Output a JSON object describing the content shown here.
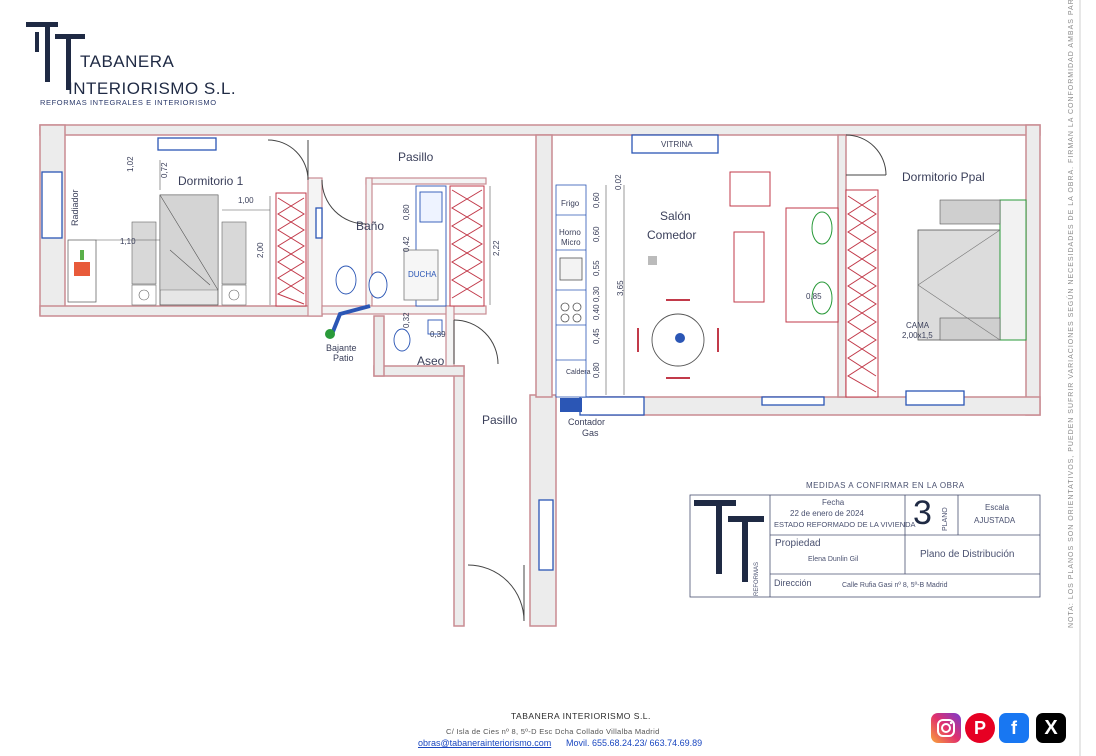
{
  "company": {
    "name_line1": "TABANERA",
    "name_line2": "INTERIORISMO S.L.",
    "tagline": "REFORMAS INTEGRALES E INTERIORISMO"
  },
  "rooms": {
    "dormitorio1": "Dormitorio 1",
    "pasillo_top": "Pasillo",
    "bano": "Baño",
    "salon": "Salón",
    "comedor": "Comedor",
    "dormitorio_ppal": "Dormitorio Ppal",
    "aseo": "Aseo",
    "pasillo_bottom": "Pasillo",
    "vitrina": "VITRINA"
  },
  "fixtures": {
    "radiador": "Radiador",
    "frigo": "Frigo",
    "horno": "Horno",
    "micro": "Micro",
    "ducha": "DUCHA",
    "bajante_line1": "Bajante",
    "bajante_line2": "Patio",
    "contador_line1": "Contador",
    "contador_line2": "Gas",
    "caldera": "Caldera",
    "cama_line1": "CAMA",
    "cama_line2": "2,00x1,5"
  },
  "dimensions": {
    "d102": "1,02",
    "d072": "0,72",
    "d100": "1,00",
    "d110": "1,10",
    "d200": "2,00",
    "d080": "0,80",
    "d042": "0,42",
    "d222": "2,22",
    "d032": "0,32",
    "d039": "0,39",
    "d002": "0,02",
    "d060a": "0,60",
    "d060b": "0,60",
    "d055": "0,55",
    "d030": "0,30",
    "d040": "0,40",
    "d045": "0,45",
    "d080b": "0,80",
    "d365": "3,65",
    "d085": "0,85"
  },
  "title_block": {
    "note": "MEDIDAS A CONFIRMAR EN LA OBRA",
    "fecha_label": "Fecha",
    "fecha_value": "22 de enero de 2024",
    "estado": "ESTADO REFORMADO DE LA VIVIENDA",
    "plano_number": "3",
    "plano_label": "PLANO",
    "escala_label": "Escala",
    "escala_value": "AJUSTADA",
    "propiedad_label": "Propiedad",
    "propiedad_value": "Elena Dunlin Gil",
    "plano_title": "Plano de Distribución",
    "direccion_label": "Dirección",
    "direccion_value": "Calle Rufia Gasi nº 8, 5º-B Madrid",
    "logo_caption": "REFORMAS"
  },
  "side_note": "NOTA: LOS PLANOS SON ORIENTATIVOS, PUEDEN SUFRIR VARIACIONES SEGÚN NECESIDADES DE LA OBRA. FIRMAN LA CONFORMIDAD AMBAS PARTES.",
  "footer": {
    "name": "TABANERA INTERIORISMO S.L.",
    "address": "C/ Isla de Cies nº 8, 5º-D Esc Dcha Collado Villalba Madrid",
    "email": "obras@tabanerainteriorismo.com",
    "phone": "Movil. 655.68.24.23/ 663.74.69.89"
  },
  "social": {
    "instagram": "instagram-icon",
    "pinterest": "pinterest-icon",
    "facebook": "facebook-icon",
    "x": "x-icon"
  },
  "colors": {
    "wall": "#c98b92",
    "wall_fill": "#ececec",
    "furniture": "#c23a4a",
    "blue": "#2b56b5",
    "green": "#2a9a3a",
    "title_ink": "#1f2a44"
  }
}
